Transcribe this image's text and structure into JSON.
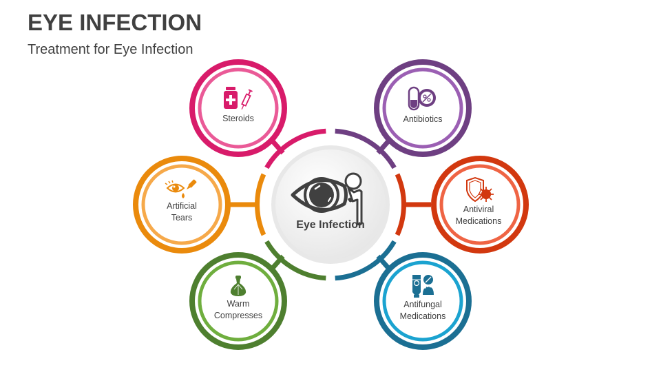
{
  "header": {
    "title": "EYE INFECTION",
    "subtitle": "Treatment for Eye Infection"
  },
  "center": {
    "label": "Eye Infection",
    "icon": "eye-with-dropper-icon",
    "ring_color": "#d9d9d9",
    "fill_color": "#f2f2f2"
  },
  "nodes": [
    {
      "id": "steroids",
      "label_line1": "Steroids",
      "label_line2": "",
      "icon": "medicine-bottle-syringe-icon",
      "outer_color": "#d81b6a",
      "inner_color": "#ea5a97",
      "position": "top-left"
    },
    {
      "id": "antibiotics",
      "label_line1": "Antibiotics",
      "label_line2": "",
      "icon": "capsule-bacteria-icon",
      "outer_color": "#6e3f82",
      "inner_color": "#9b5fb3",
      "position": "top-right"
    },
    {
      "id": "artificial-tears",
      "label_line1": "Artificial",
      "label_line2": "Tears",
      "icon": "eye-drops-icon",
      "outer_color": "#ea8a0c",
      "inner_color": "#f6a94a",
      "position": "left"
    },
    {
      "id": "antiviral",
      "label_line1": "Antiviral",
      "label_line2": "Medications",
      "icon": "shield-virus-icon",
      "outer_color": "#d2380f",
      "inner_color": "#ef6444",
      "position": "right"
    },
    {
      "id": "warm-compresses",
      "label_line1": "Warm",
      "label_line2": "Compresses",
      "icon": "compress-bag-icon",
      "outer_color": "#4e7f2f",
      "inner_color": "#6fae3e",
      "position": "bottom-left"
    },
    {
      "id": "antifungal",
      "label_line1": "Antifungal",
      "label_line2": "Medications",
      "icon": "cream-tube-foot-icon",
      "outer_color": "#1b6f93",
      "inner_color": "#1ba3d0",
      "position": "bottom-right"
    }
  ]
}
